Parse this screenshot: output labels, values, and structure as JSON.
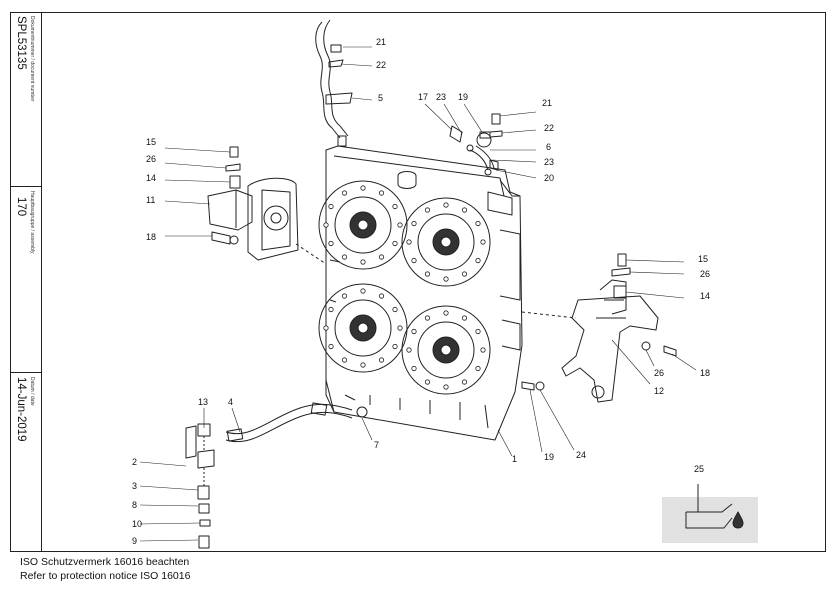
{
  "sidebar": {
    "document_label": "Dokumentnummer / document number",
    "document_number": "SPL53135",
    "assembly_label": "Hauptbaugruppe / assembly",
    "assembly_number": "170",
    "date_label": "Datum / date",
    "date": "14-Jun-2019"
  },
  "callouts": [
    {
      "id": "c21a",
      "text": "21"
    },
    {
      "id": "c22a",
      "text": "22"
    },
    {
      "id": "c5",
      "text": "5"
    },
    {
      "id": "c17",
      "text": "17"
    },
    {
      "id": "c23a",
      "text": "23"
    },
    {
      "id": "c19a",
      "text": "19"
    },
    {
      "id": "c21b",
      "text": "21"
    },
    {
      "id": "c22b",
      "text": "22"
    },
    {
      "id": "c6",
      "text": "6"
    },
    {
      "id": "c23b",
      "text": "23"
    },
    {
      "id": "c20",
      "text": "20"
    },
    {
      "id": "c15a",
      "text": "15"
    },
    {
      "id": "c26a",
      "text": "26"
    },
    {
      "id": "c14a",
      "text": "14"
    },
    {
      "id": "c11",
      "text": "11"
    },
    {
      "id": "c18a",
      "text": "18"
    },
    {
      "id": "c15b",
      "text": "15"
    },
    {
      "id": "c26b",
      "text": "26"
    },
    {
      "id": "c14b",
      "text": "14"
    },
    {
      "id": "c26c",
      "text": "26"
    },
    {
      "id": "c18b",
      "text": "18"
    },
    {
      "id": "c12",
      "text": "12"
    },
    {
      "id": "c13",
      "text": "13"
    },
    {
      "id": "c4",
      "text": "4"
    },
    {
      "id": "c7",
      "text": "7"
    },
    {
      "id": "c1",
      "text": "1"
    },
    {
      "id": "c19b",
      "text": "19"
    },
    {
      "id": "c24",
      "text": "24"
    },
    {
      "id": "c2",
      "text": "2"
    },
    {
      "id": "c3",
      "text": "3"
    },
    {
      "id": "c8",
      "text": "8"
    },
    {
      "id": "c10",
      "text": "10"
    },
    {
      "id": "c9",
      "text": "9"
    },
    {
      "id": "c25",
      "text": "25"
    }
  ],
  "notice": {
    "line1": "ISO Schutzvermerk 16016 beachten",
    "line2": "Refer to protection notice ISO 16016"
  }
}
